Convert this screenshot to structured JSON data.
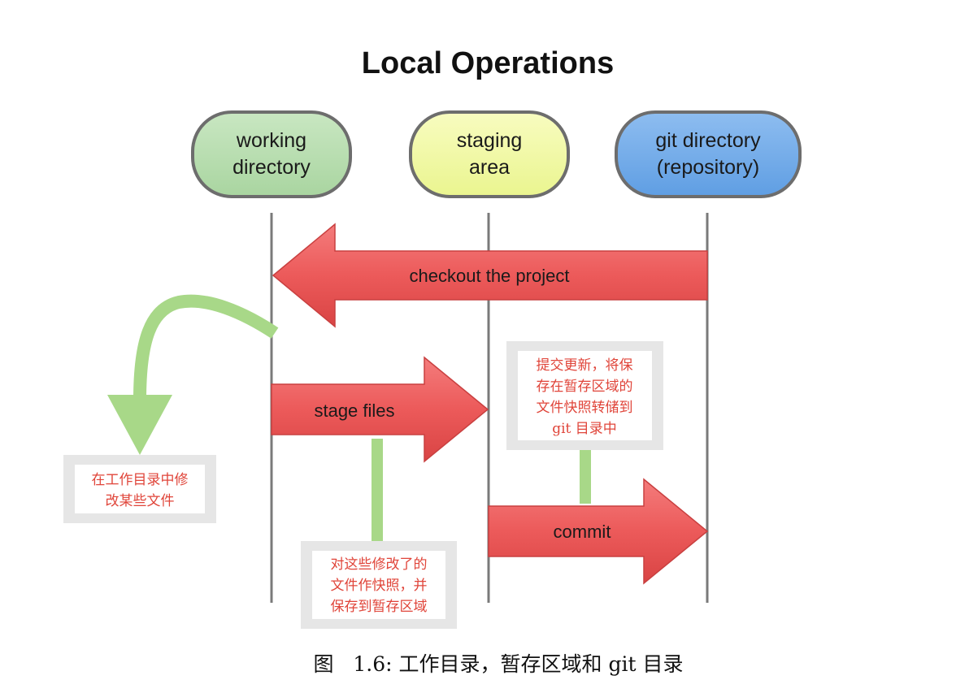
{
  "title": "Local Operations",
  "nodes": {
    "working": {
      "line1": "working",
      "line2": "directory",
      "fill": "#bfe0b8",
      "stroke": "#6d6d6d"
    },
    "staging": {
      "line1": "staging",
      "line2": "area",
      "fill": "#f3f9a8",
      "stroke": "#6d6d6d"
    },
    "git": {
      "line1": "git directory",
      "line2": "(repository)",
      "fill": "#7fb1ea",
      "stroke": "#6d6d6d"
    }
  },
  "arrows": {
    "checkout": "checkout the project",
    "stage": "stage files",
    "commit": "commit",
    "color": "#ee5a5a"
  },
  "notes": {
    "modify": [
      "在工作目录中修",
      "改某些文件"
    ],
    "snapshot": [
      "对这些修改了的",
      "文件作快照，并",
      "保存到暂存区域"
    ],
    "commit": [
      "提交更新，将保",
      "存在暂存区域的",
      "文件快照转储到",
      "git 目录中"
    ],
    "text_color": "#e0453a",
    "connector_color": "#a8d888"
  },
  "caption": "图   1.6: 工作目录，暂存区域和 git 目录"
}
